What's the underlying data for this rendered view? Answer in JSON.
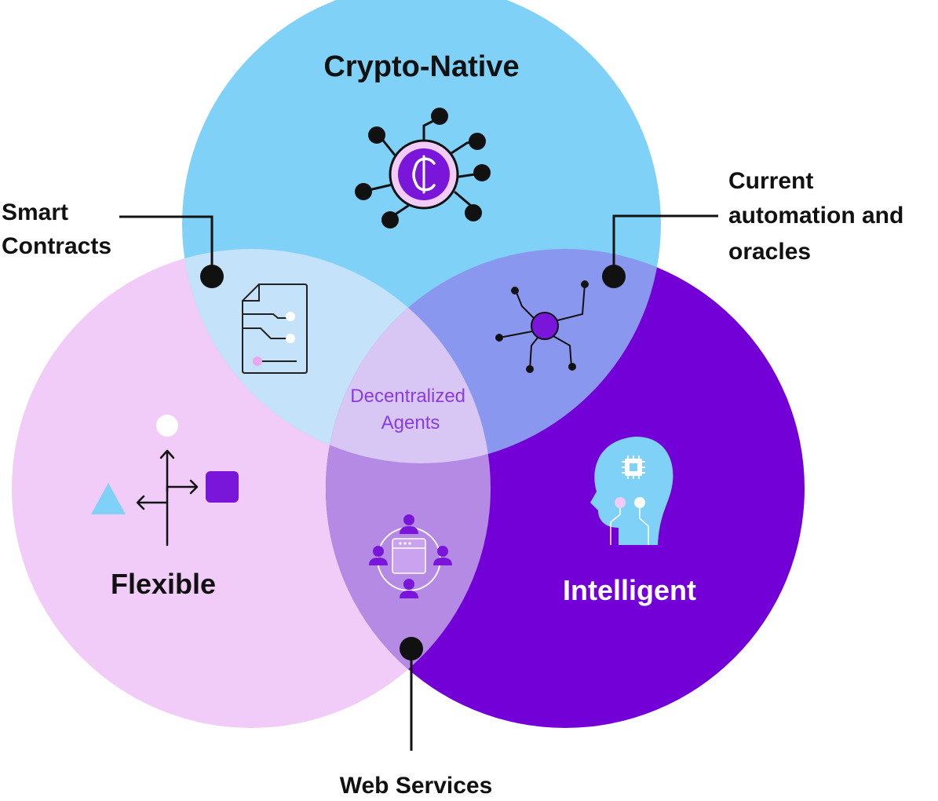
{
  "labels": {
    "crypto_native": "Crypto-Native",
    "flexible": "Flexible",
    "intelligent": "Intelligent",
    "center": [
      "Decentralized",
      "Agents"
    ],
    "smart_contracts": [
      "Smart",
      "Contracts"
    ],
    "automation": [
      "Current",
      "automation and",
      "oracles"
    ],
    "web_services": "Web Services"
  },
  "colors": {
    "crypto_circle": "#7fd1f8",
    "flexible_circle": "#f1ccf8",
    "intelligent_circle": "#7300d6",
    "overlap_top_left": "#c4e3fa",
    "overlap_top_right": "#8a97ee",
    "overlap_bottom": "#b48ae4",
    "overlap_center": "#d8c6f4",
    "center_text": "#8a3ce0",
    "ink": "#111111",
    "icon_purple": "#7a16d9",
    "icon_light_purple": "#d8a6f5"
  },
  "icons": [
    "crypto-coin-network-icon",
    "smart-contract-document-icon",
    "oracle-network-icon",
    "flexible-arrows-shapes-icon",
    "ai-head-chip-icon",
    "web-services-people-icon"
  ]
}
